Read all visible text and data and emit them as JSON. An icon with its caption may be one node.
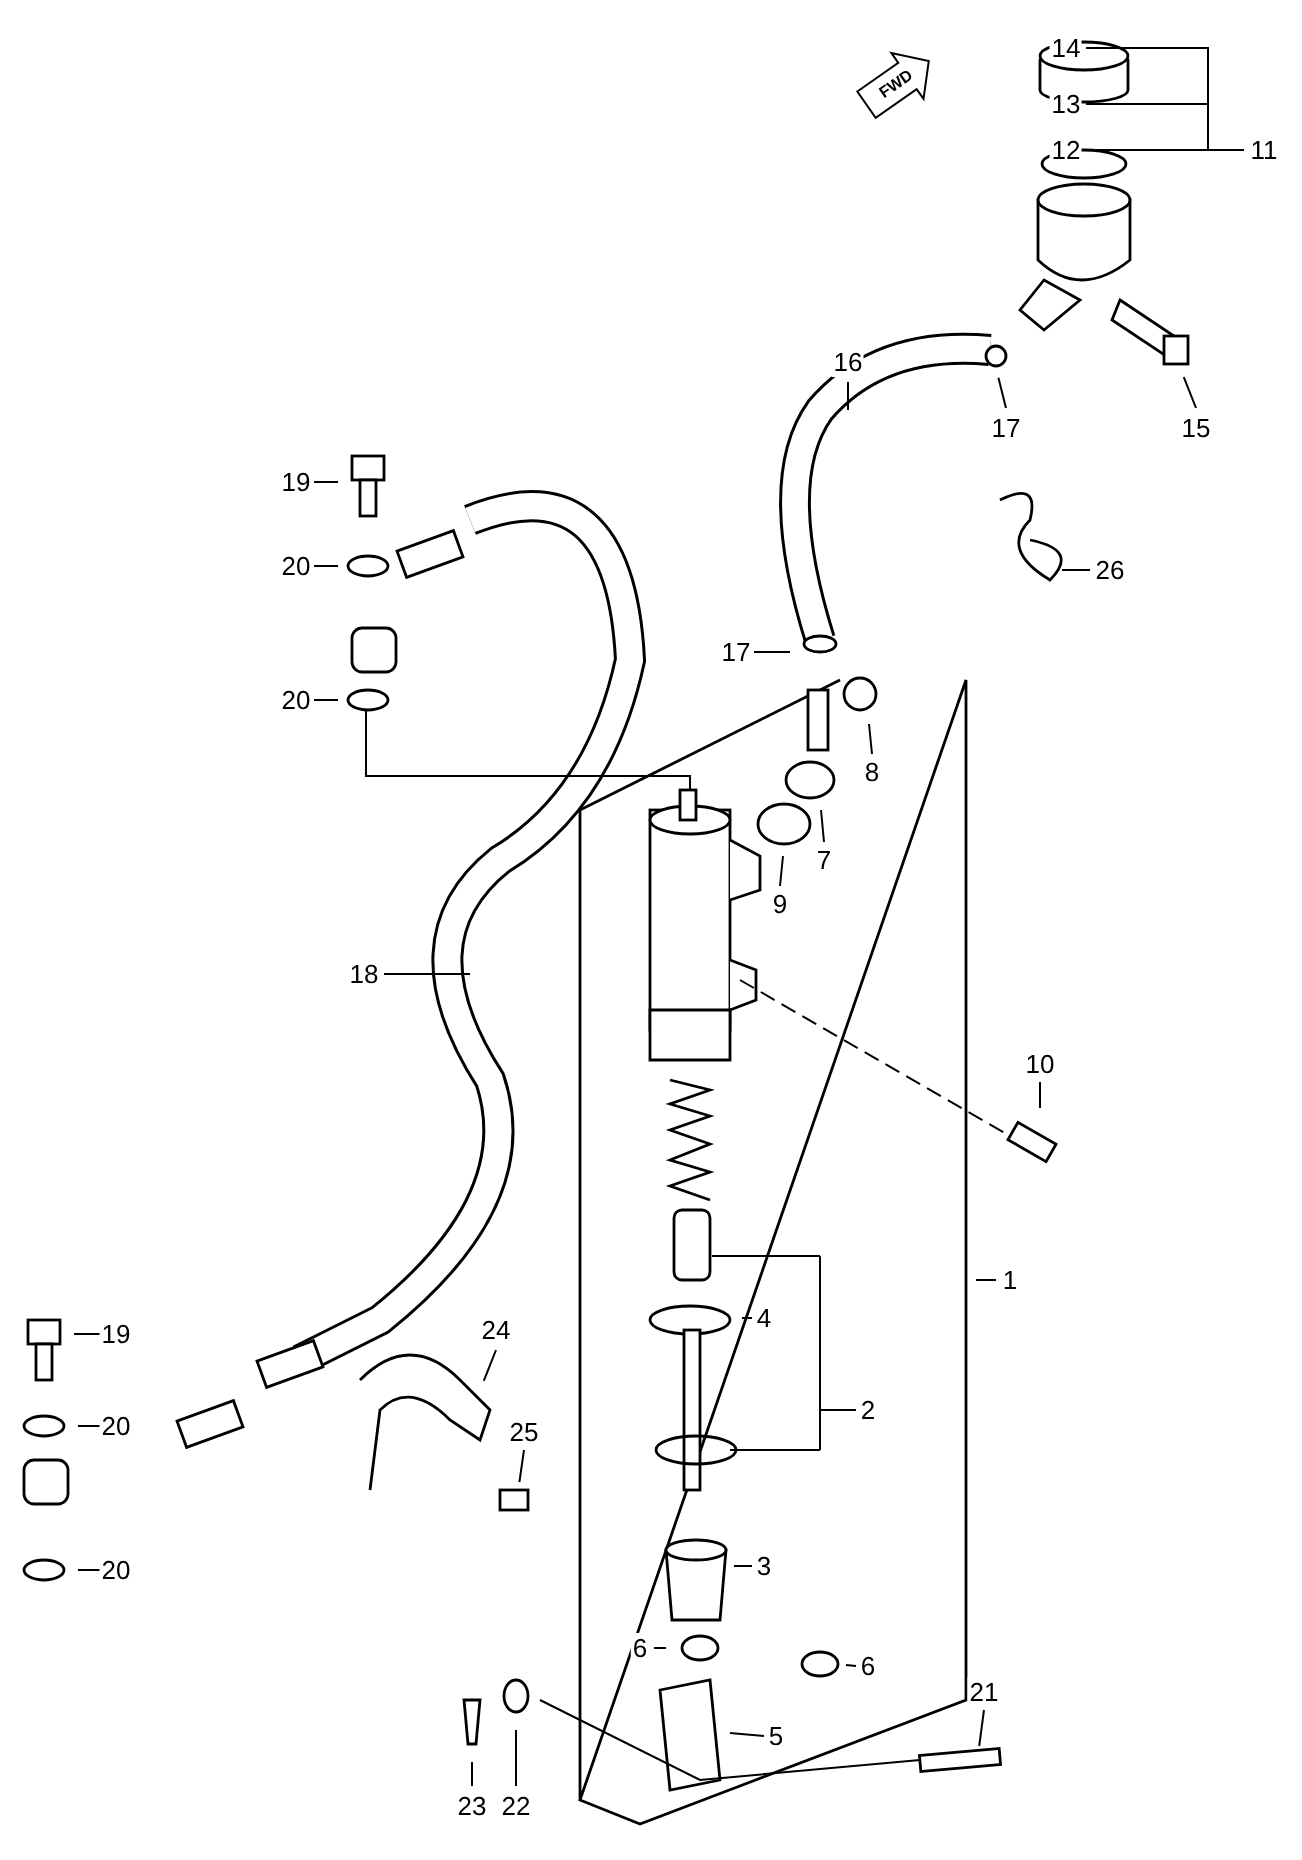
{
  "diagram": {
    "nodes": [
      {
        "text": [
          "14"
        ]
      },
      {
        "text": [
          "13"
        ]
      },
      {
        "text": [
          "11"
        ]
      },
      {
        "text": [
          "12"
        ]
      },
      {
        "text": [
          "16"
        ]
      },
      {
        "text": [
          "17"
        ]
      },
      {
        "text": [
          "15"
        ]
      },
      {
        "text": [
          "19"
        ]
      },
      {
        "text": [
          "26"
        ]
      },
      {
        "text": [
          "20"
        ]
      },
      {
        "text": [
          "17"
        ]
      },
      {
        "text": [
          "20"
        ]
      },
      {
        "text": [
          "8"
        ]
      },
      {
        "text": [
          "7"
        ]
      },
      {
        "text": [
          "9"
        ]
      },
      {
        "text": [
          "18"
        ]
      },
      {
        "text": [
          "10"
        ]
      },
      {
        "text": [
          "1"
        ]
      },
      {
        "text": [
          "24"
        ]
      },
      {
        "text": [
          "4"
        ]
      },
      {
        "text": [
          "19"
        ]
      },
      {
        "text": [
          "2"
        ]
      },
      {
        "text": [
          "20"
        ]
      },
      {
        "text": [
          "25"
        ]
      },
      {
        "text": [
          "20"
        ]
      },
      {
        "text": [
          "3"
        ]
      },
      {
        "text": [
          "6"
        ]
      },
      {
        "text": [
          "6"
        ]
      },
      {
        "text": [
          "5"
        ]
      },
      {
        "text": [
          "21"
        ]
      },
      {
        "text": [
          "23"
        ]
      },
      {
        "text": [
          "22"
        ]
      }
    ],
    "edges": [
      {
        "from": 2,
        "to": 0,
        "arrow": "none"
      },
      {
        "from": 2,
        "to": 1,
        "arrow": "none"
      },
      {
        "from": 2,
        "to": 3,
        "arrow": "none"
      },
      {
        "from": 4,
        "to": null,
        "arrow": "none"
      },
      {
        "from": 5,
        "to": null,
        "arrow": "none"
      },
      {
        "from": 6,
        "to": null,
        "arrow": "none"
      },
      {
        "from": 7,
        "to": null,
        "arrow": "none"
      },
      {
        "from": 8,
        "to": null,
        "arrow": "none"
      },
      {
        "from": 9,
        "to": null,
        "arrow": "none"
      },
      {
        "from": 10,
        "to": null,
        "arrow": "none"
      },
      {
        "from": 11,
        "to": null,
        "arrow": "none"
      },
      {
        "from": 12,
        "to": null,
        "arrow": "none"
      },
      {
        "from": 13,
        "to": null,
        "arrow": "none"
      },
      {
        "from": 14,
        "to": null,
        "arrow": "none"
      },
      {
        "from": 15,
        "to": null,
        "arrow": "none"
      },
      {
        "from": 16,
        "to": null,
        "arrow": "none"
      },
      {
        "from": 17,
        "to": null,
        "arrow": "none"
      },
      {
        "from": 18,
        "to": null,
        "arrow": "none"
      },
      {
        "from": 19,
        "to": null,
        "arrow": "none"
      },
      {
        "from": 20,
        "to": null,
        "arrow": "none"
      },
      {
        "from": 21,
        "to": null,
        "arrow": "none"
      },
      {
        "from": 22,
        "to": null,
        "arrow": "none"
      },
      {
        "from": 23,
        "to": null,
        "arrow": "none"
      },
      {
        "from": 24,
        "to": null,
        "arrow": "none"
      },
      {
        "from": 25,
        "to": null,
        "arrow": "none"
      },
      {
        "from": 26,
        "to": null,
        "arrow": "none"
      },
      {
        "from": 27,
        "to": null,
        "arrow": "none"
      },
      {
        "from": 28,
        "to": null,
        "arrow": "none"
      },
      {
        "from": 29,
        "to": null,
        "arrow": "none"
      },
      {
        "from": 30,
        "to": null,
        "arrow": "none"
      },
      {
        "from": 31,
        "to": null,
        "arrow": "none"
      }
    ],
    "labels": [
      "FWD"
    ]
  }
}
